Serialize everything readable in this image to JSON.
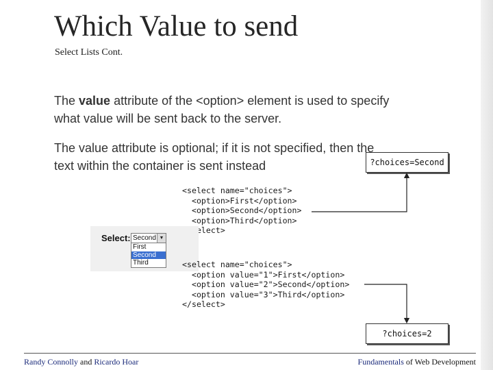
{
  "slide": {
    "title": "Which Value to send",
    "subtitle": "Select Lists Cont.",
    "paragraph1": {
      "before": "The ",
      "bold": "value",
      "after": " attribute of the <option> element is used to specify what value will be sent back to the server."
    },
    "paragraph2": "The value attribute is optional; if it is not specified, then the text within the container is sent instead"
  },
  "code_example_1": "<select name=\"choices\">\n  <option>First</option>\n  <option>Second</option>\n  <option>Third</option>\n</select>",
  "code_example_2": "<select name=\"choices\">\n  <option value=\"1\">First</option>\n  <option value=\"2\">Second</option>\n  <option value=\"3\">Third</option>\n</select>",
  "result_1": "?choices=Second",
  "result_2": "?choices=2",
  "select_widget": {
    "label": "Select:",
    "selected_value": "Second",
    "dropdown_icon": "chevron-down-icon",
    "options": [
      "First",
      "Second",
      "Third"
    ],
    "highlighted_option": "Second"
  },
  "footer": {
    "author1": "Randy Connolly",
    "and": " and ",
    "author2": "Ricardo Hoar",
    "book": "Fundamentals",
    "book_rest": " of Web Development"
  },
  "colors": {
    "highlight": "#3a6fd0",
    "footer_link": "#1a2a7a"
  }
}
